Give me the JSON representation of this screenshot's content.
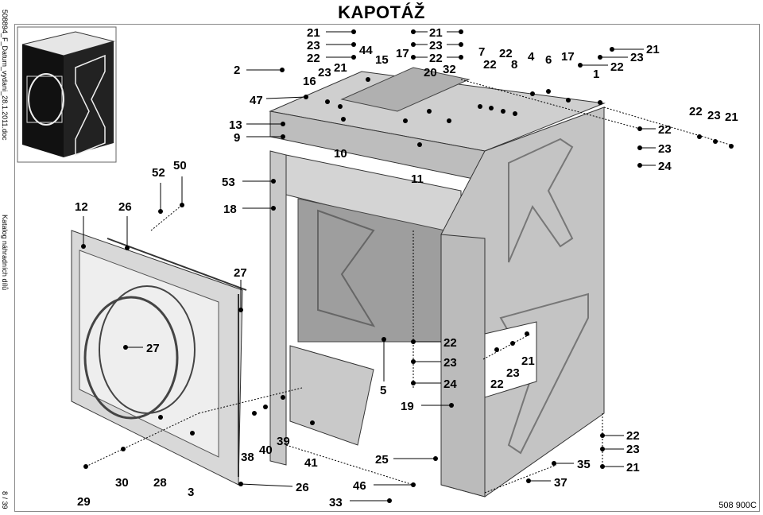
{
  "title": "KAPOTÁŽ",
  "side_top": "508894_F_Datum_vydani_28.1.2011.doc",
  "side_middle": "Katalog náhradních dílů",
  "side_bottom": "8 / 39",
  "image_code": "508 900C",
  "part_labels": [
    {
      "id": "l-21-a",
      "text": "21"
    },
    {
      "id": "l-23-a",
      "text": "23"
    },
    {
      "id": "l-22-a",
      "text": "22"
    },
    {
      "id": "l-44",
      "text": "44"
    },
    {
      "id": "l-21-b",
      "text": "21"
    },
    {
      "id": "l-23-b",
      "text": "23"
    },
    {
      "id": "l-17-a",
      "text": "17"
    },
    {
      "id": "l-22-b",
      "text": "22"
    },
    {
      "id": "l-15",
      "text": "15"
    },
    {
      "id": "l-7",
      "text": "7"
    },
    {
      "id": "l-22-c",
      "text": "22"
    },
    {
      "id": "l-22-d",
      "text": "22"
    },
    {
      "id": "l-8",
      "text": "8"
    },
    {
      "id": "l-4",
      "text": "4"
    },
    {
      "id": "l-6",
      "text": "6"
    },
    {
      "id": "l-17-b",
      "text": "17"
    },
    {
      "id": "l-21-c",
      "text": "21"
    },
    {
      "id": "l-23-c",
      "text": "23"
    },
    {
      "id": "l-22-e",
      "text": "22"
    },
    {
      "id": "l-1",
      "text": "1"
    },
    {
      "id": "l-2",
      "text": "2"
    },
    {
      "id": "l-16",
      "text": "16"
    },
    {
      "id": "l-23-d",
      "text": "23"
    },
    {
      "id": "l-21-d",
      "text": "21"
    },
    {
      "id": "l-20",
      "text": "20"
    },
    {
      "id": "l-32",
      "text": "32"
    },
    {
      "id": "l-47",
      "text": "47"
    },
    {
      "id": "l-13",
      "text": "13"
    },
    {
      "id": "l-9",
      "text": "9"
    },
    {
      "id": "l-10",
      "text": "10"
    },
    {
      "id": "l-11",
      "text": "11"
    },
    {
      "id": "l-22-f",
      "text": "22"
    },
    {
      "id": "l-23-f",
      "text": "23"
    },
    {
      "id": "l-21-f",
      "text": "21"
    },
    {
      "id": "l-22-g",
      "text": "22"
    },
    {
      "id": "l-23-g",
      "text": "23"
    },
    {
      "id": "l-24-a",
      "text": "24"
    },
    {
      "id": "l-52",
      "text": "52"
    },
    {
      "id": "l-50",
      "text": "50"
    },
    {
      "id": "l-53",
      "text": "53"
    },
    {
      "id": "l-12",
      "text": "12"
    },
    {
      "id": "l-26-a",
      "text": "26"
    },
    {
      "id": "l-18",
      "text": "18"
    },
    {
      "id": "l-27-a",
      "text": "27"
    },
    {
      "id": "l-27-b",
      "text": "27"
    },
    {
      "id": "l-22-h",
      "text": "22"
    },
    {
      "id": "l-23-h",
      "text": "23"
    },
    {
      "id": "l-24-b",
      "text": "24"
    },
    {
      "id": "l-5",
      "text": "5"
    },
    {
      "id": "l-22-i",
      "text": "22"
    },
    {
      "id": "l-23-i",
      "text": "23"
    },
    {
      "id": "l-21-i",
      "text": "21"
    },
    {
      "id": "l-19",
      "text": "19"
    },
    {
      "id": "l-38",
      "text": "38"
    },
    {
      "id": "l-40",
      "text": "40"
    },
    {
      "id": "l-39",
      "text": "39"
    },
    {
      "id": "l-41",
      "text": "41"
    },
    {
      "id": "l-25",
      "text": "25"
    },
    {
      "id": "l-22-j",
      "text": "22"
    },
    {
      "id": "l-23-j",
      "text": "23"
    },
    {
      "id": "l-21-j",
      "text": "21"
    },
    {
      "id": "l-35",
      "text": "35"
    },
    {
      "id": "l-37",
      "text": "37"
    },
    {
      "id": "l-30",
      "text": "30"
    },
    {
      "id": "l-28",
      "text": "28"
    },
    {
      "id": "l-3",
      "text": "3"
    },
    {
      "id": "l-26-b",
      "text": "26"
    },
    {
      "id": "l-46",
      "text": "46"
    },
    {
      "id": "l-29",
      "text": "29"
    },
    {
      "id": "l-33",
      "text": "33"
    }
  ]
}
